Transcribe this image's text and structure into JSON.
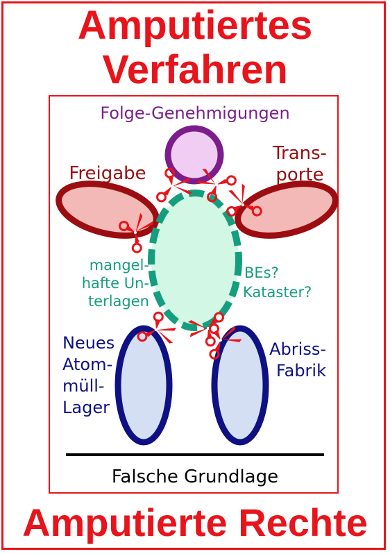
{
  "title": {
    "line1": "Amputiertes",
    "line2": "Verfahren",
    "bottom": "Amputierte Rechte"
  },
  "labels": {
    "head": "Folge-Genehmigungen",
    "left_arm": "Freigabe",
    "right_arm_1": "Trans-",
    "right_arm_2": "porte",
    "torso_left_1": "mangel-",
    "torso_left_2": "hafte Un-",
    "torso_left_3": "terlagen",
    "torso_right_1": "BEs?",
    "torso_right_2": "Kataster?",
    "left_leg_1": "Neues",
    "left_leg_2": "Atom-",
    "left_leg_3": "müll-",
    "left_leg_4": "Lager",
    "right_leg_1": "Abriss-",
    "right_leg_2": "Fabrik",
    "ground": "Falsche Grundlage"
  },
  "colors": {
    "frame_red": "#e8141b",
    "head": "#7b1e8c",
    "head_fill": "#f1cdf3",
    "arm": "#9b0d10",
    "arm_fill": "#f3b9b6",
    "torso": "#159e7e",
    "torso_fill": "#d2f7e4",
    "leg": "#0e1183",
    "leg_fill": "#d4dff3",
    "scissors": "#e8141b"
  },
  "icons": [
    "scissors-icon"
  ]
}
